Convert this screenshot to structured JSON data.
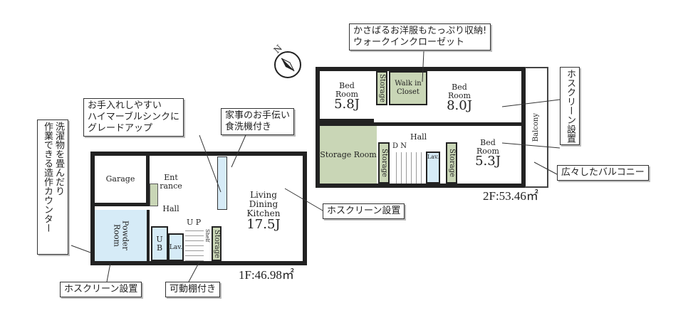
{
  "floor1": {
    "area_label": "1F:46.98㎡",
    "rooms": {
      "garage": "Garage",
      "entrance": "Ent rance",
      "hall": "Hall",
      "powder": "Powder Room",
      "ub": "U B",
      "lav": "Lav.",
      "storage": "Storage",
      "shelf": "Shelf",
      "up": "U P",
      "ldk": "Living Dining Kitchen",
      "ldk_size": "17.5J"
    }
  },
  "floor2": {
    "area_label": "2F:53.46㎡",
    "rooms": {
      "bed1": "Bed Room",
      "bed1_size": "5.8J",
      "storage": "Storage",
      "wic": "Walk in Closet",
      "bed2": "Bed Room",
      "bed2_size": "8.0J",
      "storage_room": "Storage Room",
      "hall": "Hall",
      "dn": "D N",
      "lav": "Lav.",
      "bed3": "Bed Room",
      "bed3_size": "5.3J",
      "balcony": "Balcony"
    }
  },
  "callouts": {
    "sink": "お手入れしやすい\nハイマーブルシンクに\nグレードアップ",
    "dishwasher": "家事のお手伝い\n食洗機付き",
    "counter": "洗濯物を畳んだり\n作業できる造作カウンター",
    "hoscreen_1f_ldk": "ホスクリーン設置",
    "hoscreen_1f_powder": "ホスクリーン設置",
    "shelf": "可動棚付き",
    "wic": "かさばるお洋服もたっぷり収納!\nウォークインクローゼット",
    "hoscreen_2f": "ホスクリーン設置",
    "balcony": "広々したバルコニー"
  },
  "compass": "N"
}
